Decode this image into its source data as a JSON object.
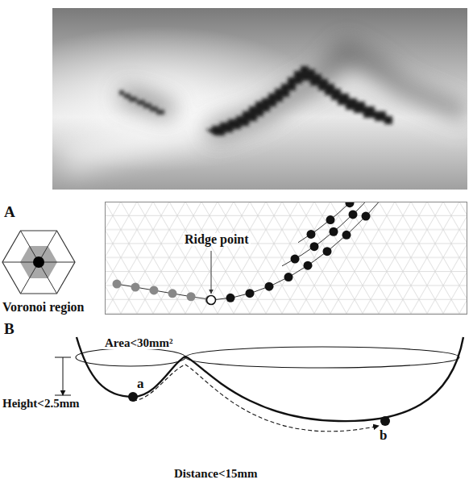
{
  "diagram": {
    "labels": [
      "A",
      "Voronoi region",
      "Ridge point",
      "B",
      "Area<30mm²",
      "Height<2.5mm",
      "a",
      "b",
      "Distance<15mm"
    ]
  }
}
